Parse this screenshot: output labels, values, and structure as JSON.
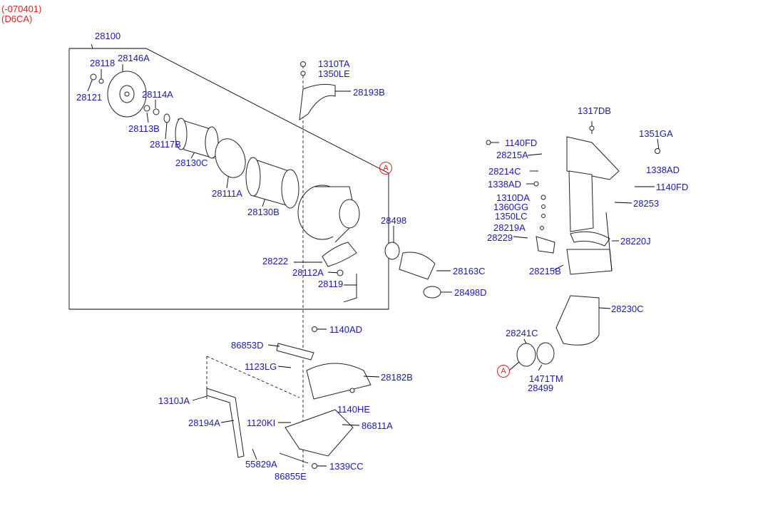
{
  "header": {
    "date_code": "(-070401)",
    "engine_code": "(D6CA)"
  },
  "ref_marker": "A",
  "labels": {
    "p28100": "28100",
    "p28118": "28118",
    "p28146A": "28146A",
    "p28121": "28121",
    "p28114A": "28114A",
    "p28113B": "28113B",
    "p28117B": "28117B",
    "p28130C": "28130C",
    "p28111A": "28111A",
    "p28130B": "28130B",
    "p1310TA": "1310TA",
    "p1350LE": "1350LE",
    "p28193B": "28193B",
    "p28498": "28498",
    "p28222": "28222",
    "p28112A": "28112A",
    "p28119": "28119",
    "p28163C": "28163C",
    "p28498D": "28498D",
    "p1317DB": "1317DB",
    "p1140FD_a": "1140FD",
    "p28215A": "28215A",
    "p28214C": "28214C",
    "p1338AD_a": "1338AD",
    "p1351GA": "1351GA",
    "p1338AD_b": "1338AD",
    "p1140FD_b": "1140FD",
    "p1310DA": "1310DA",
    "p1360GG": "1360GG",
    "p1350LC": "1350LC",
    "p28253": "28253",
    "p28219A": "28219A",
    "p28229": "28229",
    "p28220J": "28220J",
    "p28215B": "28215B",
    "p28230C": "28230C",
    "p28241C": "28241C",
    "p1471TM": "1471TM",
    "p28499": "28499",
    "p1140AD": "1140AD",
    "p86853D": "86853D",
    "p1123LG": "1123LG",
    "p28182B": "28182B",
    "p1310JA": "1310JA",
    "p1140HE": "1140HE",
    "p28194A": "28194A",
    "p1120KI": "1120KI",
    "p86811A": "86811A",
    "p55829A": "55829A",
    "p86855E": "86855E",
    "p1339CC": "1339CC"
  }
}
